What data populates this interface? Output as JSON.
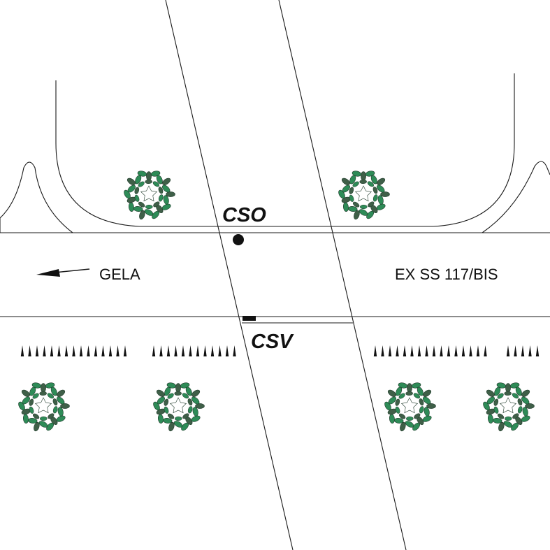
{
  "labels": {
    "direction_left": "GELA",
    "road_right": "EX SS 117/BIS",
    "marker_upper": "CSO",
    "marker_lower": "CSV"
  },
  "colors": {
    "line": "#1a1a1a",
    "shrub_green": "#2e8b57",
    "shrub_dark": "#3f5f48",
    "background": "#ffffff"
  },
  "icons": {
    "shrub": "shrub-icon",
    "arrow": "arrow-left-icon",
    "upper_marker": "filled-circle-icon",
    "lower_marker": "filled-rect-icon",
    "spike": "spike-icon"
  }
}
